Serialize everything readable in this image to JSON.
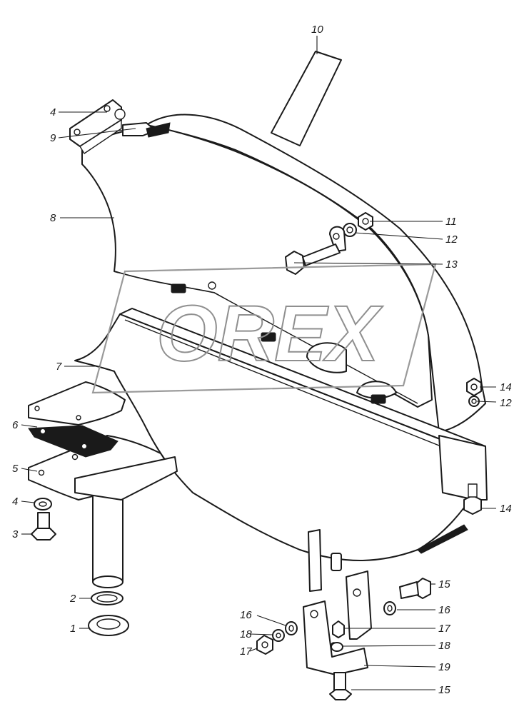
{
  "watermark": {
    "text": "OREX"
  },
  "callouts": [
    {
      "id": "c10",
      "label": "10"
    },
    {
      "id": "c4a",
      "label": "4"
    },
    {
      "id": "c9",
      "label": "9"
    },
    {
      "id": "c8",
      "label": "8"
    },
    {
      "id": "c11",
      "label": "11"
    },
    {
      "id": "c12a",
      "label": "12"
    },
    {
      "id": "c13",
      "label": "13"
    },
    {
      "id": "c7",
      "label": "7"
    },
    {
      "id": "c14a",
      "label": "14"
    },
    {
      "id": "c12b",
      "label": "12"
    },
    {
      "id": "c6",
      "label": "6"
    },
    {
      "id": "c5",
      "label": "5"
    },
    {
      "id": "c4b",
      "label": "4"
    },
    {
      "id": "c14b",
      "label": "14"
    },
    {
      "id": "c3",
      "label": "3"
    },
    {
      "id": "c2",
      "label": "2"
    },
    {
      "id": "c1",
      "label": "1"
    },
    {
      "id": "c15a",
      "label": "15"
    },
    {
      "id": "c16a",
      "label": "16"
    },
    {
      "id": "c16b",
      "label": "16"
    },
    {
      "id": "c17a",
      "label": "17"
    },
    {
      "id": "c18a",
      "label": "18"
    },
    {
      "id": "c18b",
      "label": "18"
    },
    {
      "id": "c17b",
      "label": "17"
    },
    {
      "id": "c19",
      "label": "19"
    },
    {
      "id": "c15b",
      "label": "15"
    }
  ]
}
